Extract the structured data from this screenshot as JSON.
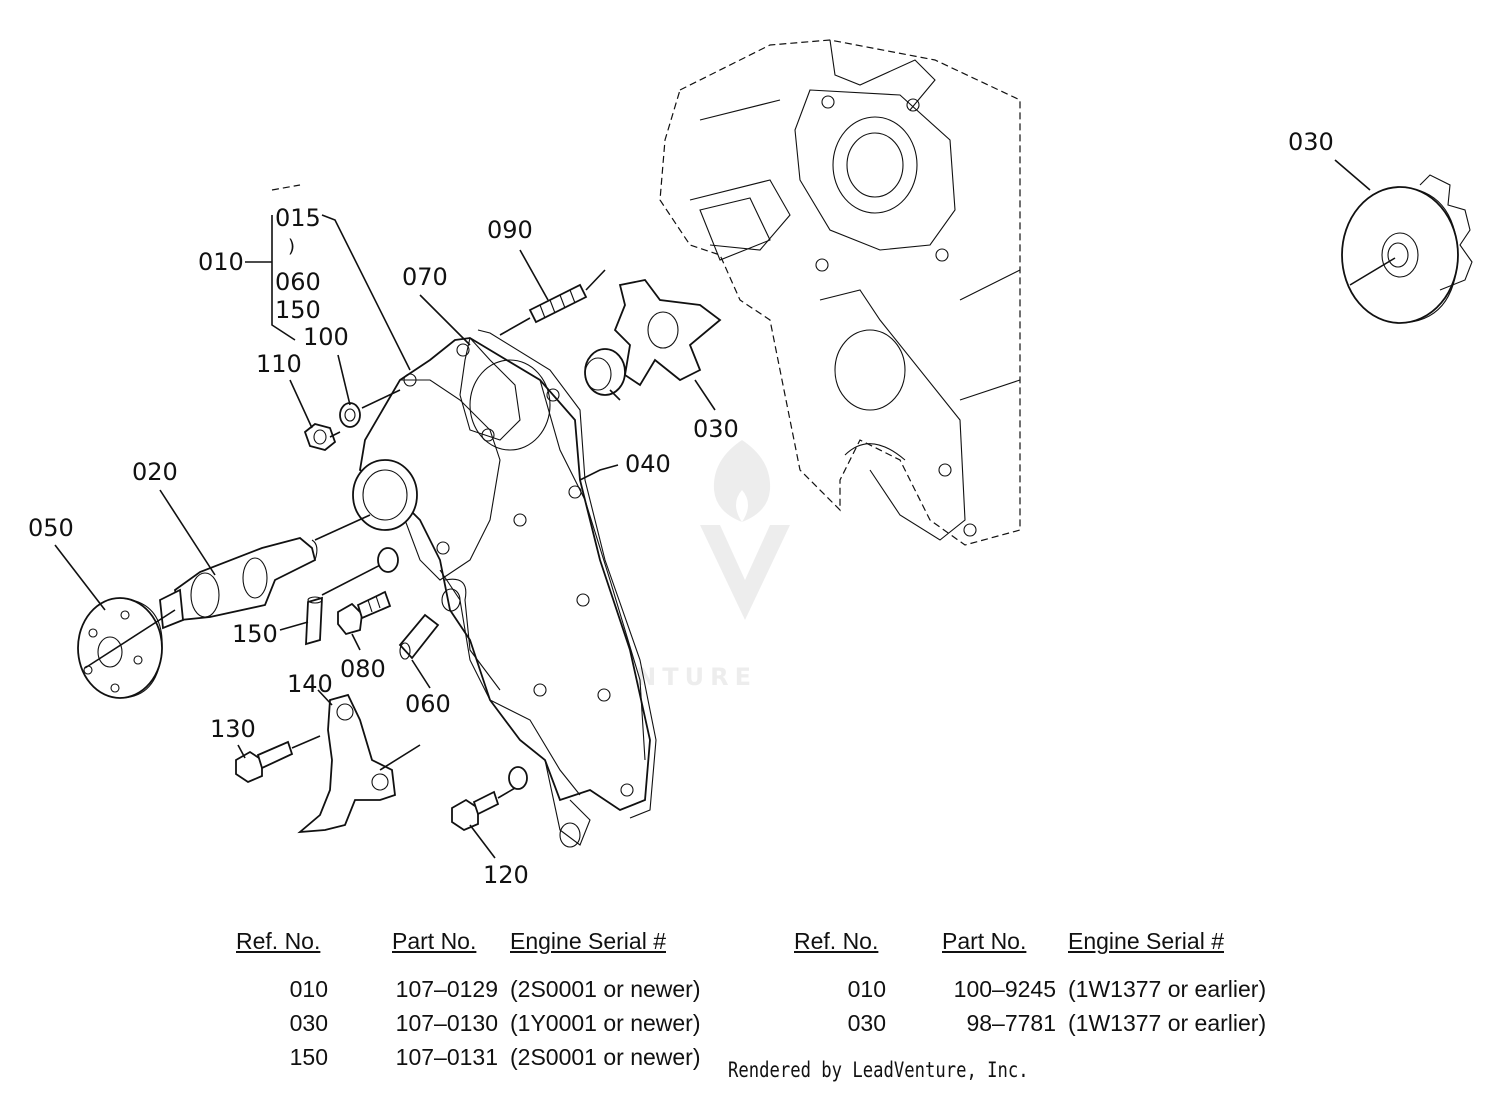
{
  "diagram": {
    "callouts": {
      "c010": "010",
      "c015": "015",
      "c060a": "060",
      "c150a": "150",
      "c090": "090",
      "c070": "070",
      "c100": "100",
      "c110": "110",
      "c020": "020",
      "c050": "050",
      "c040": "040",
      "c030a": "030",
      "c150": "150",
      "c080": "080",
      "c140": "140",
      "c060": "060",
      "c130": "130",
      "c120": "120",
      "c030b": "030"
    },
    "watermark": "LEADVENTURE"
  },
  "table_left": {
    "headers": {
      "ref": "Ref. No.",
      "part": "Part No.",
      "serial": "Engine Serial #"
    },
    "rows": [
      {
        "ref": "010",
        "part": "107–0129",
        "serial": "(2S0001 or newer)"
      },
      {
        "ref": "030",
        "part": "107–0130",
        "serial": "(1Y0001 or newer)"
      },
      {
        "ref": "150",
        "part": "107–0131",
        "serial": "(2S0001 or newer)"
      }
    ]
  },
  "table_right": {
    "headers": {
      "ref": "Ref. No.",
      "part": "Part No.",
      "serial": "Engine Serial #"
    },
    "rows": [
      {
        "ref": "010",
        "part": "100–9245",
        "serial": "(1W1377 or earlier)"
      },
      {
        "ref": "030",
        "part": "98–7781",
        "serial": "(1W1377 or earlier)"
      }
    ]
  },
  "credit": "Rendered by LeadVenture, Inc."
}
